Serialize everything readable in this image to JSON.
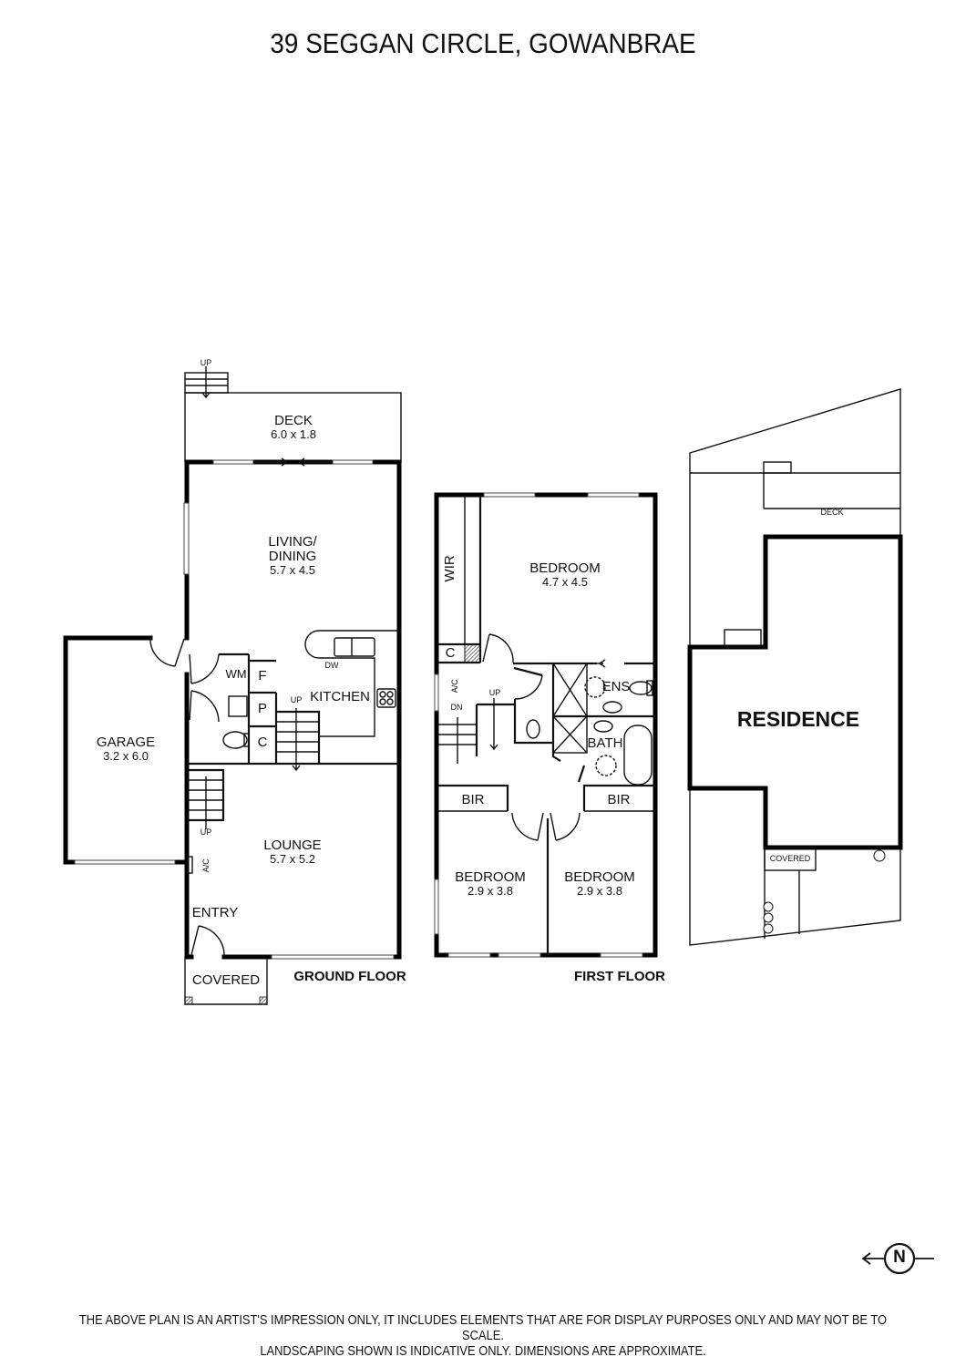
{
  "header": {
    "title": "39 SEGGAN CIRCLE, GOWANBRAE"
  },
  "ground_floor": {
    "label": "GROUND FLOOR",
    "rooms": [
      {
        "name": "DECK",
        "dims": "6.0 x 1.8"
      },
      {
        "name_line1": "LIVING/",
        "name_line2": "DINING",
        "dims": "5.7 x 4.5"
      },
      {
        "name": "KITCHEN"
      },
      {
        "name": "GARAGE",
        "dims": "3.2 x 6.0"
      },
      {
        "name": "LOUNGE",
        "dims": "5.7 x 5.2"
      },
      {
        "name": "ENTRY"
      },
      {
        "name": "COVERED"
      }
    ],
    "fixtures": {
      "wm": "WM",
      "fridge": "F",
      "pantry": "P",
      "cupboard": "C",
      "dw": "DW",
      "ac": "A/C",
      "up_deck": "UP",
      "up_stair_kitchen": "UP",
      "up_stair_lounge": "UP"
    }
  },
  "first_floor": {
    "label": "FIRST FLOOR",
    "rooms": [
      {
        "name": "BEDROOM",
        "dims": "4.7 x 4.5"
      },
      {
        "name": "WIR"
      },
      {
        "name": "C"
      },
      {
        "name": "ENS"
      },
      {
        "name": "BATH"
      },
      {
        "name": "BIR"
      },
      {
        "name": "BIR"
      },
      {
        "name": "BEDROOM",
        "dims": "2.9 x 3.8"
      },
      {
        "name": "BEDROOM",
        "dims": "2.9 x 3.8"
      }
    ],
    "fixtures": {
      "ac": "A/C",
      "dn": "DN",
      "up": "UP"
    }
  },
  "site_plan": {
    "residence": "RESIDENCE",
    "deck": "DECK",
    "covered": "COVERED"
  },
  "compass": {
    "letter": "N",
    "icon": "north-arrow-icon"
  },
  "footer": {
    "line1": "THE ABOVE PLAN IS AN ARTIST'S IMPRESSION ONLY, IT INCLUDES ELEMENTS THAT ARE FOR DISPLAY PURPOSES ONLY AND MAY NOT BE TO SCALE.",
    "line2": "LANDSCAPING SHOWN IS INDICATIVE ONLY. DIMENSIONS ARE APPROXIMATE."
  }
}
